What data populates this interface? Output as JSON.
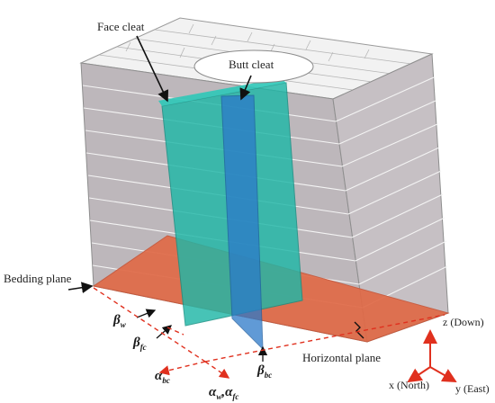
{
  "labels": {
    "face_cleat": "Face cleat",
    "butt_cleat": "Butt cleat",
    "bedding_plane": "Bedding plane",
    "horizontal_plane": "Horizontal plane"
  },
  "symbols": {
    "beta": "β",
    "alpha": "α",
    "beta_w_sub": "w",
    "beta_fc_sub": "fc",
    "beta_bc_sub": "bc",
    "alpha_bc_sub": "bc",
    "alpha_w_sub": "w",
    "alpha_sep": ",",
    "alpha_fc_sub": "fc"
  },
  "axes": {
    "z": "z (Down)",
    "x": "x (North)",
    "y": "y (East)"
  },
  "colors": {
    "block_top": "#f2f2f2",
    "block_front": "#b9b3b7",
    "block_right": "#c3bdc1",
    "face_cleat": "#1fb7a7",
    "butt_cleat": "#2b79c9",
    "bedding_plane": "#e26a46",
    "axis_red": "#e0301e"
  }
}
